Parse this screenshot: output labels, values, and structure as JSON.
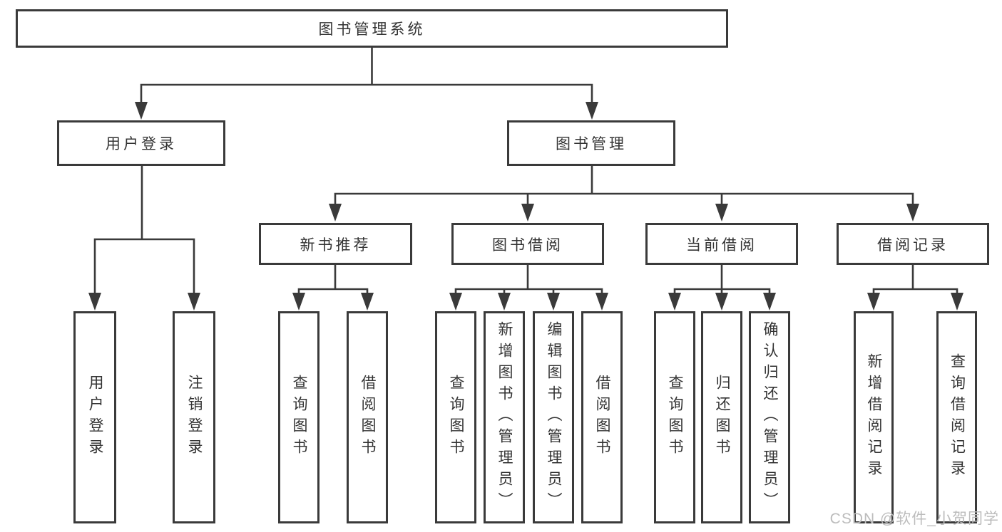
{
  "root": {
    "label": "图书管理系统"
  },
  "user_login": {
    "label": "用户登录",
    "children": [
      {
        "label": "用户登录"
      },
      {
        "label": "注销登录"
      }
    ]
  },
  "book_mgmt": {
    "label": "图书管理",
    "sections": [
      {
        "label": "新书推荐",
        "children": [
          {
            "label": "查询图书"
          },
          {
            "label": "借阅图书"
          }
        ]
      },
      {
        "label": "图书借阅",
        "children": [
          {
            "label": "查询图书"
          },
          {
            "label": "新增图书（管理员）"
          },
          {
            "label": "编辑图书（管理员）"
          },
          {
            "label": "借阅图书"
          }
        ]
      },
      {
        "label": "当前借阅",
        "children": [
          {
            "label": "查询图书"
          },
          {
            "label": "归还图书"
          },
          {
            "label": "确认归还（管理员）"
          }
        ]
      },
      {
        "label": "借阅记录",
        "children": [
          {
            "label": "新增借阅记录"
          },
          {
            "label": "查询借阅记录"
          }
        ]
      }
    ]
  },
  "watermark": "CSDN @软件_小贺同学",
  "colors": {
    "line": "#3a3a3a",
    "text": "#333333",
    "watermark": "#bcbcbc",
    "box_fill": "#ffffff"
  }
}
